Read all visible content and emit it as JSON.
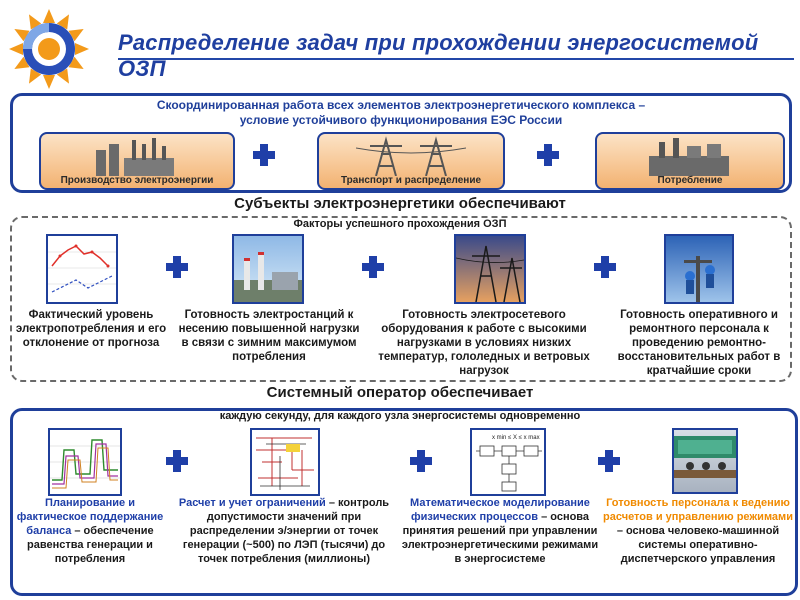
{
  "title": "Распределение задач при прохождении энергосистемой ОЗП",
  "section1": {
    "header": "Скоординированная работа всех элементов электроэнергетического комплекса –\nусловие устойчивого функционирования ЕЭС России",
    "panels": [
      {
        "label": "Производство электроэнергии"
      },
      {
        "label": "Транспорт и распределение"
      },
      {
        "label": "Потребление"
      }
    ]
  },
  "section2": {
    "title": "Субъекты электроэнергетики обеспечивают",
    "subtitle": "Факторы успешного прохождения ОЗП",
    "items": [
      {
        "caption": "Фактический уровень электропотребления и его отклонение от прогноза"
      },
      {
        "caption": "Готовность электростанций к несению повышенной нагрузки в связи с зимним максимумом потребления"
      },
      {
        "caption": "Готовность электросетевого оборудования к работе с высокими нагрузками в условиях низких температур, гололедных и ветровых нагрузок"
      },
      {
        "caption": "Готовность оперативного и ремонтного персонала к проведению ремонтно-восстановительных работ в кратчайшие сроки"
      }
    ]
  },
  "section3": {
    "title": "Системный оператор обеспечивает",
    "subtitle": "каждую секунду, для каждого узла энергосистемы одновременно",
    "items": [
      {
        "highlight": "Планирование и фактическое поддержание баланса",
        "rest": " – обеспечение равенства генерации и потребления"
      },
      {
        "highlight": "Расчет и учет ограничений",
        "rest": " – контроль допустимости значений при распределении э/энергии от точек генерации (~500) по ЛЭП (тысячи) до точек потребления (миллионы)"
      },
      {
        "highlight": "Математическое моделирование физических процессов",
        "rest": " – основа принятия решений при управлении электроэнергетическими режимами в энергосистеме"
      },
      {
        "highlight": "Готовность персонала к ведению расчетов и управлению режимами",
        "rest": " – основа человеко-машинной системы оперативно-диспетчерского управления"
      }
    ]
  },
  "colors": {
    "brand_blue": "#1f3fa8",
    "accent_orange": "#f08a00",
    "panel_orange": "#f3b271"
  },
  "icons": [
    "logo-icon",
    "plus-icon",
    "power-plant-icon",
    "transmission-tower-icon",
    "factory-icon"
  ]
}
